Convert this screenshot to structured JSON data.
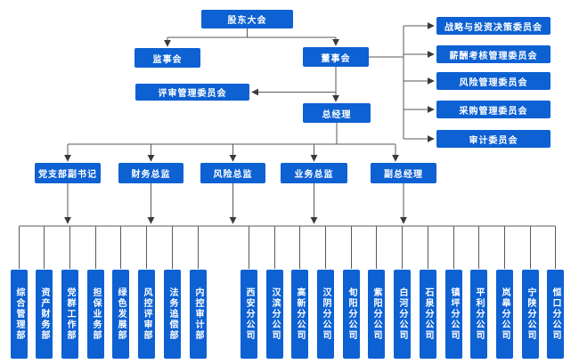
{
  "colors": {
    "node_blue": "#0d61d2",
    "line_gray": "#5a5a5a",
    "text_white": "#ffffff",
    "background": "#ffffff"
  },
  "org": {
    "root": {
      "label": "股东大会"
    },
    "supervisory_board": {
      "label": "监事会"
    },
    "board_of_directors": {
      "label": "董事会"
    },
    "review_committee": {
      "label": "评审管理委员会"
    },
    "general_manager": {
      "label": "总经理"
    },
    "board_committees": [
      {
        "label": "战略与投资决策委员会"
      },
      {
        "label": "薪酬考核管理委员会"
      },
      {
        "label": "风险管理委员会"
      },
      {
        "label": "采购管理委员会"
      },
      {
        "label": "审计委员会"
      }
    ],
    "executives": [
      {
        "label": "党支部副书记"
      },
      {
        "label": "财务总监"
      },
      {
        "label": "风险总监"
      },
      {
        "label": "业务总监"
      },
      {
        "label": "副总经理"
      }
    ],
    "departments": [
      {
        "label": "综合管理部"
      },
      {
        "label": "资产财务部"
      },
      {
        "label": "党群工作部"
      },
      {
        "label": "担保业务部"
      },
      {
        "label": "绿色发展部"
      },
      {
        "label": "风控评审部"
      },
      {
        "label": "法务追偿部"
      },
      {
        "label": "内控审计部"
      }
    ],
    "branches": [
      {
        "label": "西安分公司"
      },
      {
        "label": "汉滨分公司"
      },
      {
        "label": "高新分公司"
      },
      {
        "label": "汉阴分公司"
      },
      {
        "label": "旬阳分公司"
      },
      {
        "label": "紫阳分公司"
      },
      {
        "label": "白河分公司"
      },
      {
        "label": "石泉分公司"
      },
      {
        "label": "镇坪分公司"
      },
      {
        "label": "平利分公司"
      },
      {
        "label": "岚皋分公司"
      },
      {
        "label": "宁陕分公司"
      },
      {
        "label": "恒口分公司"
      }
    ]
  }
}
